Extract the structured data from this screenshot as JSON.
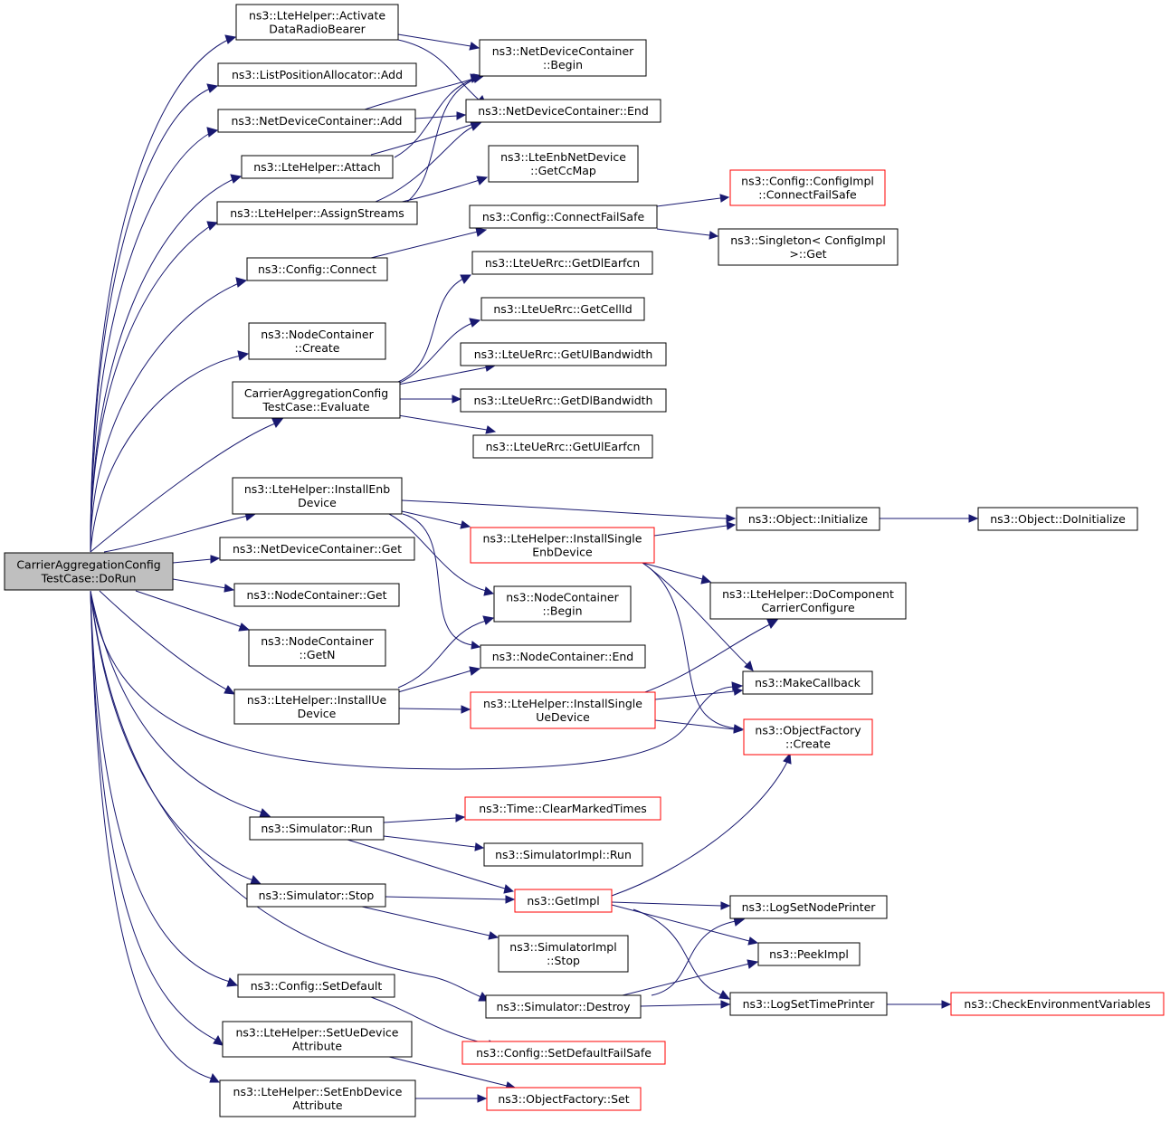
{
  "colors": {
    "edge": "#191970",
    "root_fill": "#bfbfbf",
    "border_default": "#000000",
    "border_red": "#ff0000"
  },
  "nodes": {
    "root": {
      "lines": [
        "CarrierAggregationConfig",
        "TestCase::DoRun"
      ],
      "style": "root"
    },
    "activate": {
      "lines": [
        "ns3::LteHelper::Activate",
        "DataRadioBearer"
      ],
      "style": "normal"
    },
    "listpos": {
      "lines": [
        "ns3::ListPositionAllocator::Add"
      ],
      "style": "normal"
    },
    "ndcadd": {
      "lines": [
        "ns3::NetDeviceContainer::Add"
      ],
      "style": "normal"
    },
    "attach": {
      "lines": [
        "ns3::LteHelper::Attach"
      ],
      "style": "normal"
    },
    "assign": {
      "lines": [
        "ns3::LteHelper::AssignStreams"
      ],
      "style": "normal"
    },
    "cfgconnect": {
      "lines": [
        "ns3::Config::Connect"
      ],
      "style": "normal"
    },
    "nccreate": {
      "lines": [
        "ns3::NodeContainer",
        "::Create"
      ],
      "style": "normal"
    },
    "evaluate": {
      "lines": [
        "CarrierAggregationConfig",
        "TestCase::Evaluate"
      ],
      "style": "normal"
    },
    "instenb": {
      "lines": [
        "ns3::LteHelper::InstallEnb",
        "Device"
      ],
      "style": "normal"
    },
    "ndcget": {
      "lines": [
        "ns3::NetDeviceContainer::Get"
      ],
      "style": "normal"
    },
    "ncget": {
      "lines": [
        "ns3::NodeContainer::Get"
      ],
      "style": "normal"
    },
    "ncgetn": {
      "lines": [
        "ns3::NodeContainer",
        "::GetN"
      ],
      "style": "normal"
    },
    "instue": {
      "lines": [
        "ns3::LteHelper::InstallUe",
        "Device"
      ],
      "style": "normal"
    },
    "simrun": {
      "lines": [
        "ns3::Simulator::Run"
      ],
      "style": "normal"
    },
    "simstop": {
      "lines": [
        "ns3::Simulator::Stop"
      ],
      "style": "normal"
    },
    "cfgsetdef": {
      "lines": [
        "ns3::Config::SetDefault"
      ],
      "style": "normal"
    },
    "setue": {
      "lines": [
        "ns3::LteHelper::SetUeDevice",
        "Attribute"
      ],
      "style": "normal"
    },
    "setenb": {
      "lines": [
        "ns3::LteHelper::SetEnbDevice",
        "Attribute"
      ],
      "style": "normal"
    },
    "ndcbegin": {
      "lines": [
        "ns3::NetDeviceContainer",
        "::Begin"
      ],
      "style": "normal"
    },
    "ndcend": {
      "lines": [
        "ns3::NetDeviceContainer::End"
      ],
      "style": "normal"
    },
    "getccmap": {
      "lines": [
        "ns3::LteEnbNetDevice",
        "::GetCcMap"
      ],
      "style": "normal"
    },
    "connfs": {
      "lines": [
        "ns3::Config::ConnectFailSafe"
      ],
      "style": "normal"
    },
    "cfgimplconn": {
      "lines": [
        "ns3::Config::ConfigImpl",
        "::ConnectFailSafe"
      ],
      "style": "red"
    },
    "singleton": {
      "lines": [
        "ns3::Singleton< ConfigImpl",
        ">::Get"
      ],
      "style": "normal"
    },
    "getdlearfcn": {
      "lines": [
        "ns3::LteUeRrc::GetDlEarfcn"
      ],
      "style": "normal"
    },
    "getcellid": {
      "lines": [
        "ns3::LteUeRrc::GetCellId"
      ],
      "style": "normal"
    },
    "getulbw": {
      "lines": [
        "ns3::LteUeRrc::GetUlBandwidth"
      ],
      "style": "normal"
    },
    "getdlbw": {
      "lines": [
        "ns3::LteUeRrc::GetDlBandwidth"
      ],
      "style": "normal"
    },
    "getulearfcn": {
      "lines": [
        "ns3::LteUeRrc::GetUlEarfcn"
      ],
      "style": "normal"
    },
    "instsingleenb": {
      "lines": [
        "ns3::LteHelper::InstallSingle",
        "EnbDevice"
      ],
      "style": "red"
    },
    "objinit": {
      "lines": [
        "ns3::Object::Initialize"
      ],
      "style": "normal"
    },
    "objdoinit": {
      "lines": [
        "ns3::Object::DoInitialize"
      ],
      "style": "normal"
    },
    "docc": {
      "lines": [
        "ns3::LteHelper::DoComponent",
        "CarrierConfigure"
      ],
      "style": "normal"
    },
    "ncbegin": {
      "lines": [
        "ns3::NodeContainer",
        "::Begin"
      ],
      "style": "normal"
    },
    "ncend": {
      "lines": [
        "ns3::NodeContainer::End"
      ],
      "style": "normal"
    },
    "makecb": {
      "lines": [
        "ns3::MakeCallback"
      ],
      "style": "normal"
    },
    "instsingleue": {
      "lines": [
        "ns3::LteHelper::InstallSingle",
        "UeDevice"
      ],
      "style": "red"
    },
    "ofcreate": {
      "lines": [
        "ns3::ObjectFactory",
        "::Create"
      ],
      "style": "red"
    },
    "clearmarked": {
      "lines": [
        "ns3::Time::ClearMarkedTimes"
      ],
      "style": "red"
    },
    "simimplrun": {
      "lines": [
        "ns3::SimulatorImpl::Run"
      ],
      "style": "normal"
    },
    "getimpl": {
      "lines": [
        "ns3::GetImpl"
      ],
      "style": "red"
    },
    "simimplstop": {
      "lines": [
        "ns3::SimulatorImpl",
        "::Stop"
      ],
      "style": "normal"
    },
    "simdestroy": {
      "lines": [
        "ns3::Simulator::Destroy"
      ],
      "style": "normal"
    },
    "logsetnode": {
      "lines": [
        "ns3::LogSetNodePrinter"
      ],
      "style": "normal"
    },
    "peekimpl": {
      "lines": [
        "ns3::PeekImpl"
      ],
      "style": "normal"
    },
    "logsettime": {
      "lines": [
        "ns3::LogSetTimePrinter"
      ],
      "style": "normal"
    },
    "checkenv": {
      "lines": [
        "ns3::CheckEnvironmentVariables"
      ],
      "style": "red"
    },
    "cfgsetdeffs": {
      "lines": [
        "ns3::Config::SetDefaultFailSafe"
      ],
      "style": "red"
    },
    "ofset": {
      "lines": [
        "ns3::ObjectFactory::Set"
      ],
      "style": "red"
    }
  }
}
